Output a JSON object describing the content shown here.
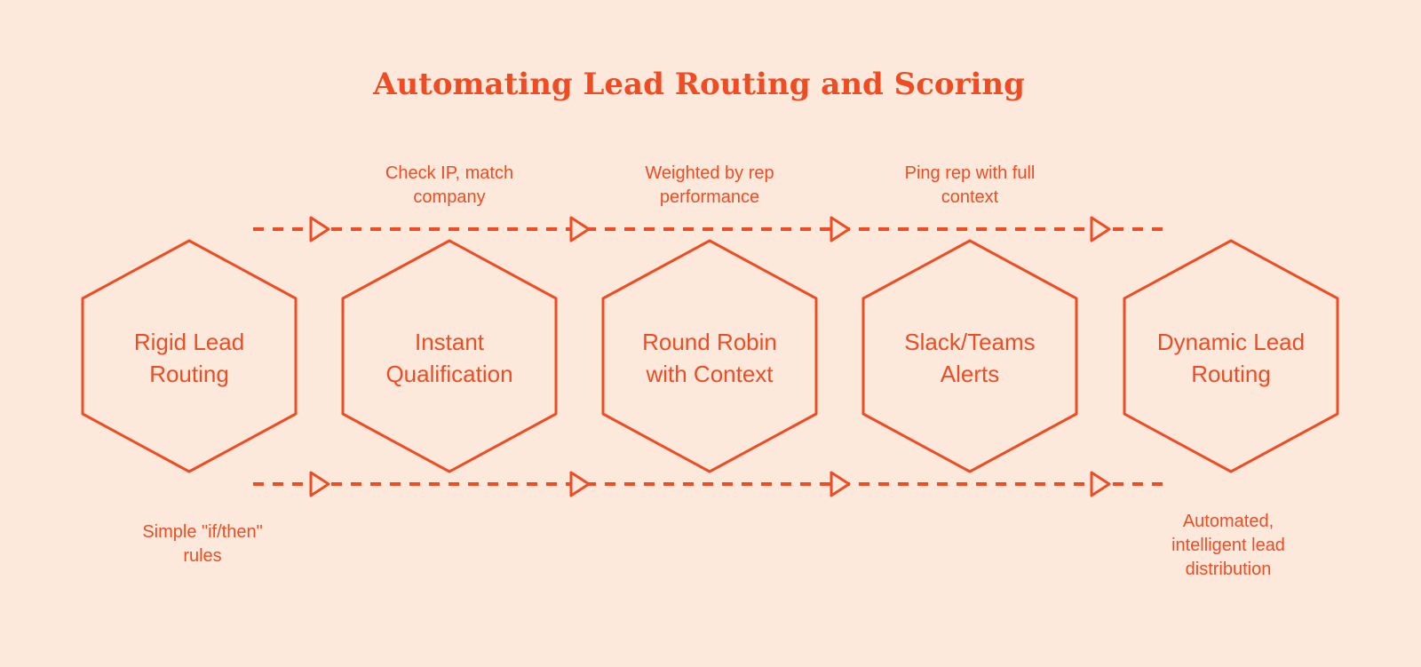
{
  "title": "Automating Lead Routing and Scoring",
  "colors": {
    "background": "#FCE9DC",
    "accent": "#F04C24"
  },
  "icons": {
    "arrowhead": "open-triangle-right"
  },
  "stages": [
    {
      "label": "Rigid Lead\nRouting"
    },
    {
      "label": "Instant\nQualification"
    },
    {
      "label": "Round Robin\nwith Context"
    },
    {
      "label": "Slack/Teams\nAlerts"
    },
    {
      "label": "Dynamic Lead\nRouting"
    }
  ],
  "top_annotations": [
    {
      "text": "Check IP, match\ncompany"
    },
    {
      "text": "Weighted by rep\nperformance"
    },
    {
      "text": "Ping rep with full\ncontext"
    }
  ],
  "bottom_annotations": [
    {
      "text": "Simple \"if/then\"\nrules"
    },
    {
      "text": "Automated,\nintelligent lead\ndistribution"
    }
  ]
}
